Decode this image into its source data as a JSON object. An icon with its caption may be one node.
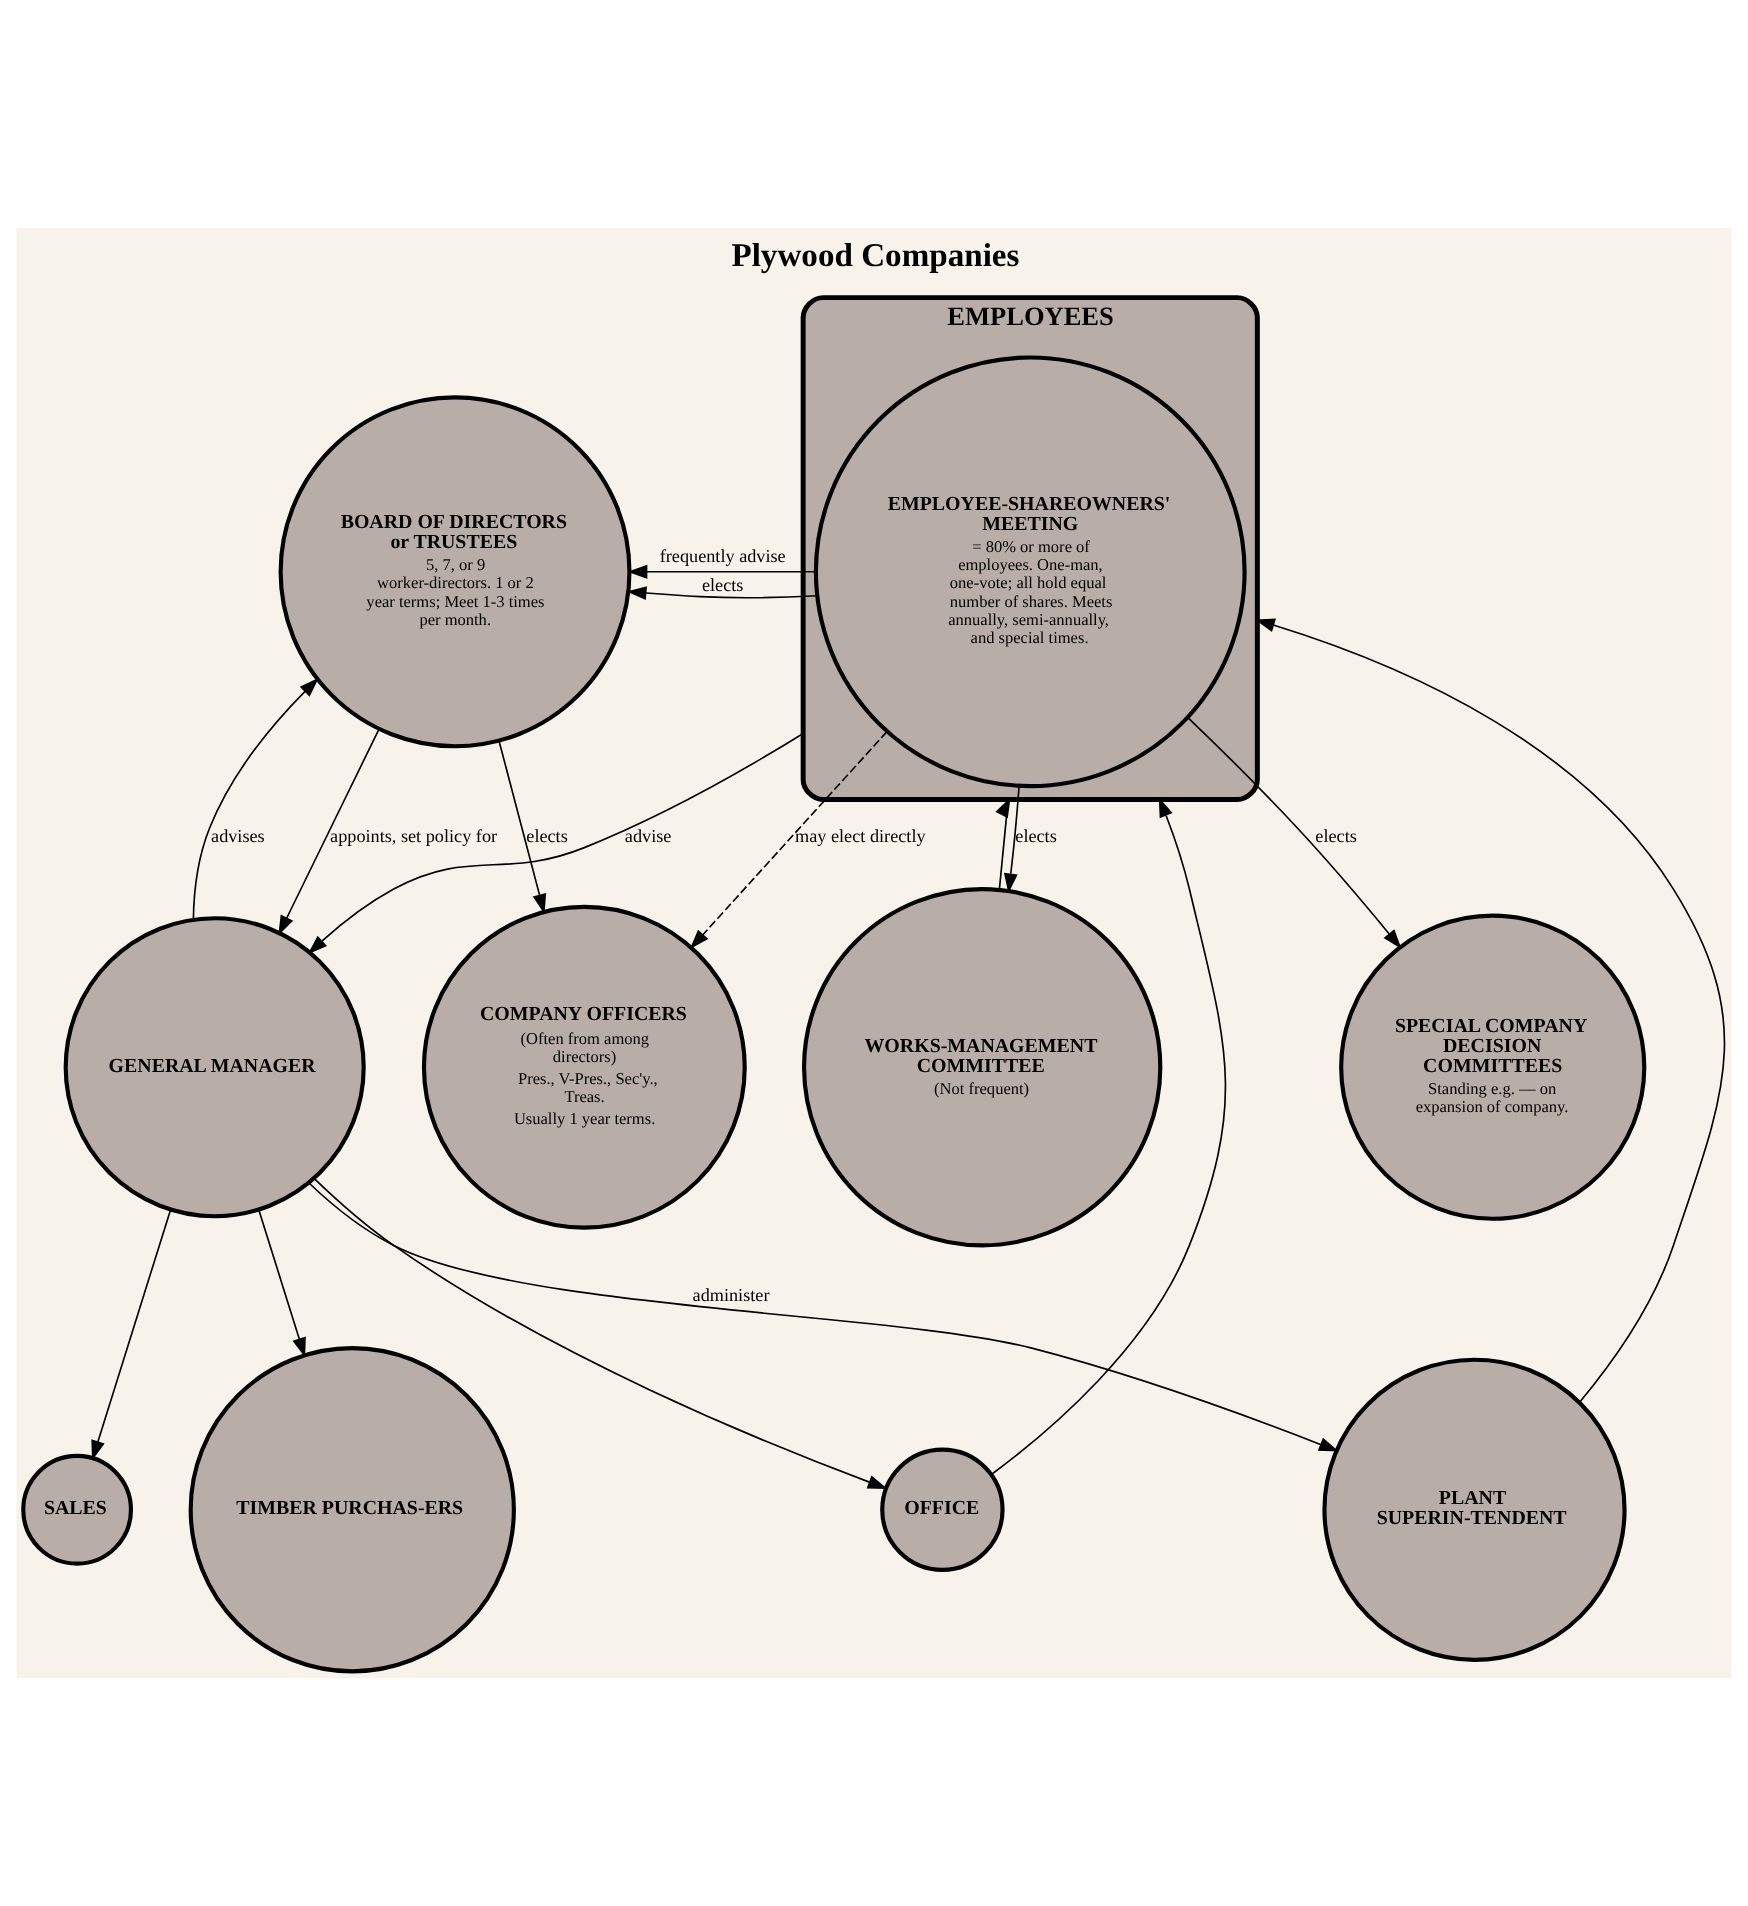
{
  "diagram": {
    "title": "Plywood Companies",
    "nodes": [
      {
        "text": [
          "BOARD OF DIRECTORS or TRUSTEES",
          "5, 7, or 9 worker-directors. 1 or 2 year terms; Meet 1-3 times per month."
        ]
      },
      {
        "text": [
          "GENERAL MANAGER"
        ]
      },
      {
        "text": [
          "COMPANY OFFICERS",
          "(Often from among directors)",
          "Pres., V-Pres., Sec'y., Treas.",
          "Usually 1 year terms."
        ]
      },
      {
        "text": [
          "EMPLOYEES"
        ]
      },
      {
        "text": [
          "EMPLOYEE-SHAREOWNERS' MEETING",
          "= 80% or more of employees. One-man, one-vote; all hold equal number of shares. Meets annually, semi-annually, and special times."
        ],
        "in": 3
      },
      {
        "text": [
          "SPECIAL COMPANY DECISION COMMITTEES",
          "Standing e.g. — on expansion of company."
        ]
      },
      {
        "text": [
          "WORKS-MANAGEMENT COMMITTEE",
          "(Not frequent)"
        ]
      },
      {
        "text": [
          "OFFICE"
        ]
      },
      {
        "text": [
          "PLANT SUPERIN-TENDENT"
        ]
      },
      {
        "text": [
          "SALES"
        ]
      },
      {
        "text": [
          "TIMBER PURCHAS-ERS"
        ]
      }
    ],
    "edges": [
      {
        "from": 1,
        "to": 0,
        "arrow": "to",
        "label": "advises"
      },
      {
        "from": 0,
        "to": 1,
        "arrow": "to",
        "label": "appoints, set policy for"
      },
      {
        "from": 0,
        "to": 2,
        "arrow": "to",
        "label": "elects"
      },
      {
        "from": 4,
        "to": 0,
        "arrow": "to",
        "label": "frequently advise"
      },
      {
        "from": 4,
        "to": 0,
        "arrow": "to",
        "label": "elects"
      },
      {
        "from": 3,
        "to": 1,
        "arrow": "to",
        "label": "advise"
      },
      {
        "from": 4,
        "to": 2,
        "arrow": "to",
        "label": "may elect directly",
        "style": "dashed"
      },
      {
        "from": 4,
        "to": 5,
        "arrow": "to",
        "label": "elects"
      },
      {
        "from": 4,
        "to": 6,
        "arrow": "to",
        "label": "elects"
      },
      {
        "from": 6,
        "to": 3,
        "arrow": "to"
      },
      {
        "from": 8,
        "to": 3,
        "arrow": "to"
      },
      {
        "from": 7,
        "to": 3,
        "arrow": "to"
      },
      {
        "from": 1,
        "to": 8,
        "arrow": "to",
        "label": "administer"
      },
      {
        "from": 1,
        "to": 9,
        "arrow": "to"
      },
      {
        "from": 1,
        "to": 10,
        "arrow": "to"
      },
      {
        "from": 1,
        "to": 7,
        "arrow": "to"
      }
    ]
  }
}
